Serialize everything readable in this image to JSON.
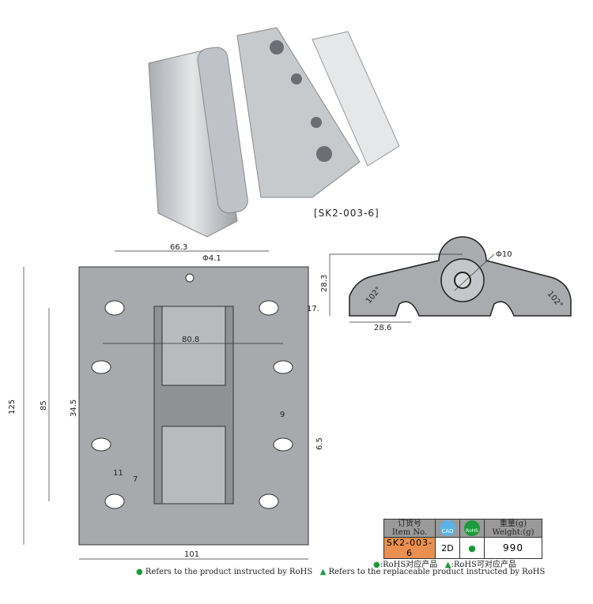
{
  "product_label": "[SK2-003-6]",
  "front_view": {
    "dims": {
      "width_top": "66.3",
      "hole_dia": "Φ4.1",
      "edge": "17.",
      "inner_width": "80.8",
      "height_total": "125",
      "hole_pitch": "85",
      "inner_pitch": "34.5",
      "slot_width": "9",
      "slot_height": "6.5",
      "slot_len": "11",
      "slot_w2": "7",
      "width_total": "101"
    }
  },
  "side_view": {
    "dims": {
      "pin_dia": "Φ10",
      "height": "28.3",
      "wing": "28.6",
      "angle_left": "102°",
      "angle_right": "102°"
    }
  },
  "table": {
    "header_item_cn": "订货号",
    "header_item_en": "Item No.",
    "cad_label": "CAD",
    "rohs_label": "RoHS",
    "header_weight_cn": "重量(g)",
    "header_weight_en": "Weight:(g)",
    "item_no": "SK2-003-6",
    "cad_value": "2D",
    "rohs_value": "●",
    "weight": "990",
    "accent_color": "#e98f4f"
  },
  "legend": {
    "rohs_cn": ":RoHS对应产品",
    "replaceable_cn": ":RoHS可对应产品",
    "rohs_en": "Refers to the product instructed by RoHS",
    "replaceable_en": "Refers to the replaceable product instructed by RoHS"
  }
}
